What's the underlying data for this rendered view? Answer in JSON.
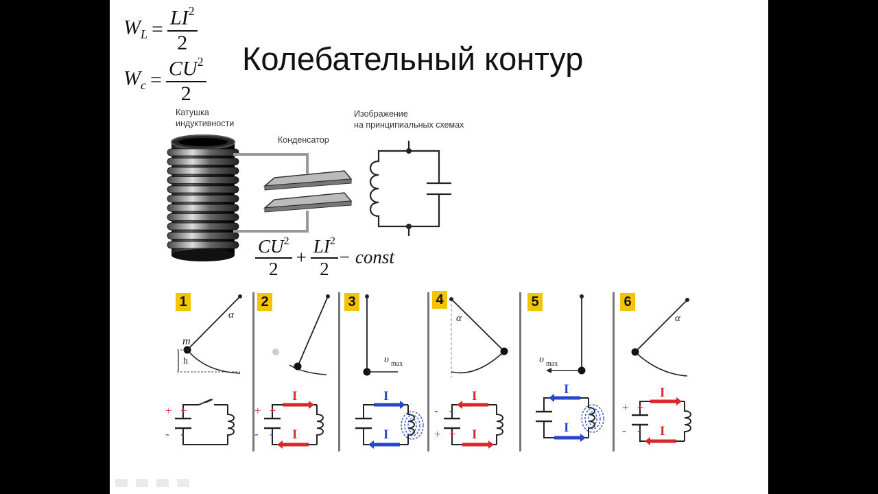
{
  "slide": {
    "title": "Колебательный контур",
    "formulas": {
      "wl": {
        "lhs": "W",
        "sub": "L",
        "num": "LI",
        "sup": "2",
        "den": "2"
      },
      "wc": {
        "lhs": "W",
        "sub": "c",
        "num": "CU",
        "sup": "2",
        "den": "2"
      },
      "energy": {
        "t1_num": "CU",
        "t1_sup": "2",
        "t1_den": "2",
        "plus": "+",
        "t2_num": "LI",
        "t2_sup": "2",
        "t2_den": "2",
        "tail": "− const"
      }
    },
    "labels": {
      "coil_line1": "Катушка",
      "coil_line2": "индуктивности",
      "capacitor": "Конденсатор",
      "schematic_line1": "Изображение",
      "schematic_line2": "на принципиальных схемах"
    },
    "phases": [
      "1",
      "2",
      "3",
      "4",
      "5",
      "6"
    ],
    "pendulum_labels": {
      "mass": "m",
      "height": "h",
      "angle": "α",
      "velocity": "υ",
      "velocity_sub": "max"
    },
    "current_label": "I",
    "charge_plus": "+",
    "charge_minus": "-"
  },
  "colors": {
    "current_red": "#d8262b",
    "current_blue": "#2548c8",
    "badge": "#f5c400"
  }
}
